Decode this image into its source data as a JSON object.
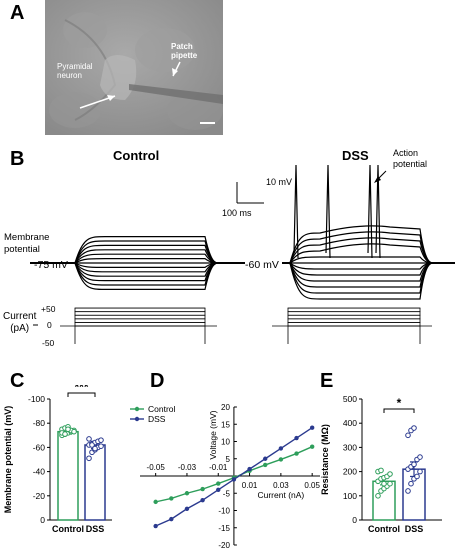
{
  "panels": {
    "A": "A",
    "B": "B",
    "C": "C",
    "D": "D",
    "E": "E"
  },
  "panel_a": {
    "label_neuron": [
      "Pyramidal",
      "neuron"
    ],
    "label_pipette": [
      "Patch",
      "pipette"
    ]
  },
  "panel_b": {
    "control_title": "Control",
    "dss_title": "DSS",
    "action_potential": [
      "Action",
      "potential"
    ],
    "scale_v": "10 mV",
    "scale_t": "100 ms",
    "membrane_label": [
      "Membrane",
      "potential"
    ],
    "control_rest": "-75 mV",
    "dss_rest": "-60 mV",
    "current_label": [
      "Current",
      "(pA)"
    ],
    "current_ticks": [
      "+50",
      "0",
      "-50"
    ]
  },
  "chart_data": [
    {
      "type": "bar",
      "panel": "C",
      "categories": [
        "Control",
        "DSS"
      ],
      "values": [
        -73,
        -62
      ],
      "errors": [
        2,
        3
      ],
      "ylabel": "Membrane potential (mV)",
      "ylim": [
        0,
        -100
      ],
      "yticks": [
        "-100",
        "-80",
        "-60",
        "-40",
        "-20",
        "0"
      ],
      "significance": "***",
      "colors": {
        "Control": "#2e9e5b",
        "DSS": "#2b3a8f"
      },
      "points": {
        "Control": [
          -70,
          -71,
          -72,
          -73,
          -74,
          -75,
          -76,
          -77,
          -74,
          -73,
          -72,
          -71,
          -75
        ],
        "DSS": [
          -51,
          -56,
          -58,
          -60,
          -61,
          -62,
          -63,
          -64,
          -65,
          -66,
          -67,
          -62,
          -59
        ]
      }
    },
    {
      "type": "line",
      "panel": "D",
      "xlabel": "Current (nA)",
      "ylabel": "Voltage (mV)",
      "xticks": [
        "-0.05",
        "-0.03",
        "-0.01",
        "0.01",
        "0.03",
        "0.05"
      ],
      "yticks": [
        "20",
        "15",
        "10",
        "5",
        "-5",
        "-10",
        "-15",
        "-20"
      ],
      "xlim": [
        -0.06,
        0.055
      ],
      "ylim": [
        -20,
        20
      ],
      "series": [
        {
          "name": "Control",
          "color": "#2e9e5b",
          "x": [
            -0.05,
            -0.04,
            -0.03,
            -0.02,
            -0.01,
            0.0,
            0.01,
            0.02,
            0.03,
            0.04,
            0.05
          ],
          "y": [
            -7.5,
            -6.5,
            -5.0,
            -3.8,
            -2.2,
            -0.5,
            1.5,
            3.2,
            4.8,
            6.5,
            8.5
          ]
        },
        {
          "name": "DSS",
          "color": "#2b3a8f",
          "x": [
            -0.05,
            -0.04,
            -0.03,
            -0.02,
            -0.01,
            0.0,
            0.01,
            0.02,
            0.03,
            0.04,
            0.05
          ],
          "y": [
            -14.5,
            -12.5,
            -9.5,
            -7.0,
            -4.0,
            -1.0,
            2.0,
            5.0,
            8.0,
            11.0,
            14.0
          ]
        }
      ]
    },
    {
      "type": "bar",
      "panel": "E",
      "categories": [
        "Control",
        "DSS"
      ],
      "values": [
        160,
        210
      ],
      "errors": [
        15,
        30
      ],
      "ylabel": "Resistance (MΩ)",
      "ylim": [
        0,
        500
      ],
      "yticks": [
        "500",
        "400",
        "300",
        "200",
        "100",
        "0"
      ],
      "significance": "*",
      "colors": {
        "Control": "#2e9e5b",
        "DSS": "#2b3a8f"
      },
      "points": {
        "Control": [
          100,
          120,
          130,
          140,
          150,
          160,
          170,
          175,
          180,
          190,
          200,
          205,
          150
        ],
        "DSS": [
          120,
          150,
          170,
          180,
          200,
          210,
          220,
          230,
          250,
          260,
          350,
          370,
          380
        ]
      }
    }
  ]
}
